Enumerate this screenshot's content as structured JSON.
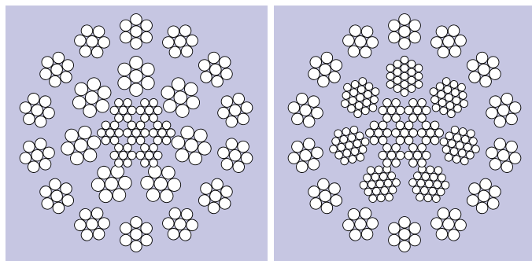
{
  "figure": {
    "background_color": "#c6c6e2",
    "strand_fill": "#ffffff",
    "strand_stroke": "#000000",
    "divider_color": "#ffffff"
  },
  "panels": [
    {
      "id": "left",
      "outer_ring": {
        "clusters": 14,
        "wires_per_cluster": 7
      },
      "middle_ring": {
        "clusters": 7,
        "wires_per_cluster": 7
      },
      "inner_ring": {
        "clusters": 6,
        "wires_per_cluster": 7
      },
      "core": {
        "clusters": 1,
        "wires_per_cluster": 7
      }
    },
    {
      "id": "right",
      "outer_ring": {
        "clusters": 14,
        "wires_per_cluster": 7
      },
      "middle_ring": {
        "clusters": 7,
        "wires_per_cluster": 19
      },
      "inner_ring": {
        "clusters": 6,
        "wires_per_cluster": 7
      },
      "core": {
        "clusters": 1,
        "wires_per_cluster": 7
      }
    }
  ]
}
